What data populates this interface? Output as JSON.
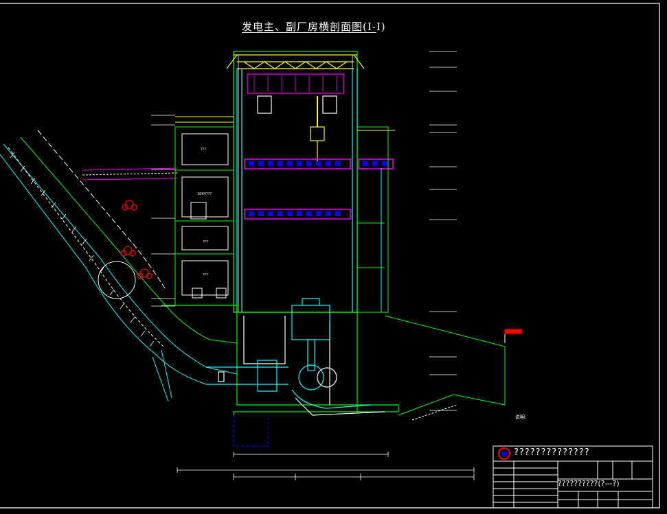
{
  "drawing": {
    "title": "发电主、副厂房横剖面图(Ⅰ-Ⅰ)",
    "title_block": {
      "company": "??????????????",
      "drawing_name": "??????????(?—?)"
    },
    "notes_heading": "说明:",
    "rooms": {
      "r1": "???",
      "r2": "10KV???",
      "r3": "???",
      "r4": "???"
    },
    "colors": {
      "background": "#000000",
      "structure": "#ffffff",
      "walls": "#00ff00",
      "steel": "#ffff00",
      "crane": "#ff00ff",
      "pipes": "#00ffff",
      "hatch": "#ff0000",
      "penstock": "#0000ff"
    }
  }
}
